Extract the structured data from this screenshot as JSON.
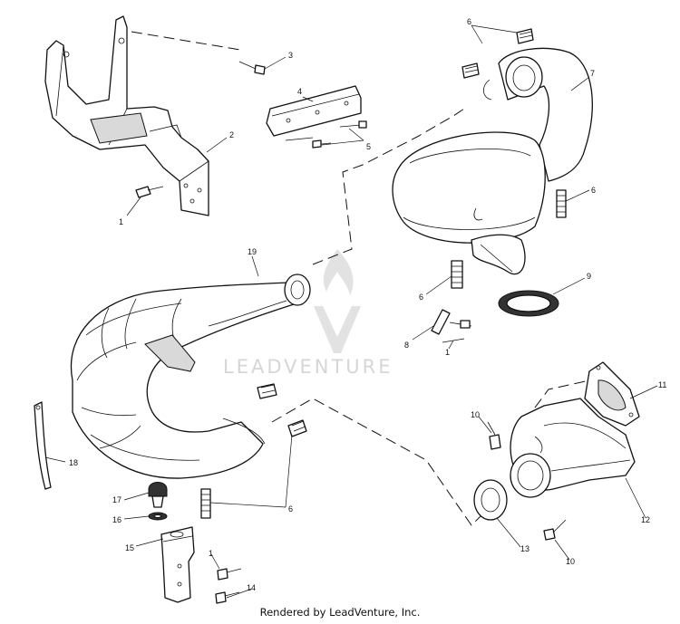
{
  "watermark": {
    "text": "LEADVENTURE"
  },
  "footer": {
    "text": "Rendered by LeadVenture, Inc."
  },
  "callouts": [
    {
      "id": "c1a",
      "label": "1"
    },
    {
      "id": "c2",
      "label": "2"
    },
    {
      "id": "c3",
      "label": "3"
    },
    {
      "id": "c4",
      "label": "4"
    },
    {
      "id": "c5",
      "label": "5"
    },
    {
      "id": "c6a",
      "label": "6"
    },
    {
      "id": "c7",
      "label": "7"
    },
    {
      "id": "c6b",
      "label": "6"
    },
    {
      "id": "c19",
      "label": "19"
    },
    {
      "id": "c6c",
      "label": "6"
    },
    {
      "id": "c9",
      "label": "9"
    },
    {
      "id": "c8",
      "label": "8"
    },
    {
      "id": "c1b",
      "label": "1"
    },
    {
      "id": "c11",
      "label": "11"
    },
    {
      "id": "c10a",
      "label": "10"
    },
    {
      "id": "c18",
      "label": "18"
    },
    {
      "id": "c6d",
      "label": "6"
    },
    {
      "id": "c17",
      "label": "17"
    },
    {
      "id": "c16",
      "label": "16"
    },
    {
      "id": "c15",
      "label": "15"
    },
    {
      "id": "c1c",
      "label": "1"
    },
    {
      "id": "c14",
      "label": "14"
    },
    {
      "id": "c12",
      "label": "12"
    },
    {
      "id": "c13",
      "label": "13"
    },
    {
      "id": "c10b",
      "label": "10"
    }
  ]
}
